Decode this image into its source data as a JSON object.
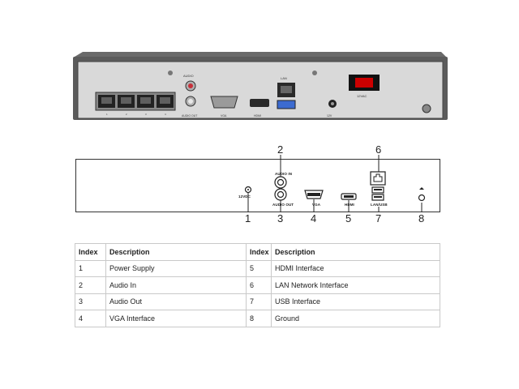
{
  "photo": {
    "labels": {
      "audio": "AUDIO",
      "audio_out": "AUDIO OUT",
      "vga": "VGA",
      "hdmi": "HDMI",
      "lan": "LAN",
      "power": "12V",
      "switch": "12VAC"
    },
    "poe_ports": [
      "1",
      "2",
      "3",
      "4"
    ]
  },
  "diagram": {
    "port_labels": {
      "power": "12VDC",
      "audio_in": "AUDIO IN",
      "audio_out": "AUDIO OUT",
      "vga": "VGA",
      "hdmi": "HDMI",
      "lan_usb": "LAN/USB"
    },
    "callouts": {
      "power": "1",
      "audio_in": "2",
      "audio_out": "3",
      "vga": "4",
      "hdmi": "5",
      "lan": "6",
      "usb": "7",
      "ground": "8"
    }
  },
  "table": {
    "headers": [
      "Index",
      "Description",
      "Index",
      "Description"
    ],
    "rows": [
      [
        "1",
        "Power Supply",
        "5",
        "HDMI Interface"
      ],
      [
        "2",
        "Audio In",
        "6",
        "LAN Network Interface"
      ],
      [
        "3",
        "Audio Out",
        "7",
        "USB Interface"
      ],
      [
        "4",
        "VGA Interface",
        "8",
        "Ground"
      ]
    ]
  }
}
